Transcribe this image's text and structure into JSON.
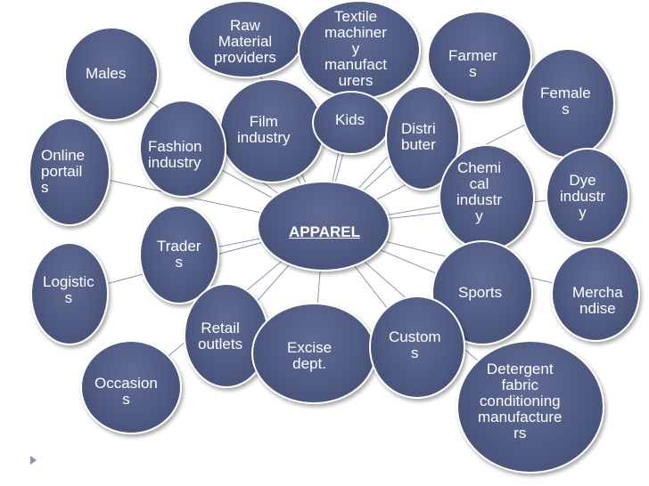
{
  "center": {
    "label": "APPAREL"
  },
  "nodes": [
    {
      "id": "males",
      "label": "Males"
    },
    {
      "id": "raw-material-providers",
      "label": "Raw\nMaterial\nproviders"
    },
    {
      "id": "textile-machinery-manufacturers",
      "label": "Textile\nmachiner\ny\nmanufact\nurers"
    },
    {
      "id": "farmers",
      "label": "Farmer\ns"
    },
    {
      "id": "females",
      "label": "Female\ns"
    },
    {
      "id": "film-industry",
      "label": "Film\nindustry"
    },
    {
      "id": "kids",
      "label": "Kids"
    },
    {
      "id": "distributer",
      "label": "Distri\nbuter"
    },
    {
      "id": "fashion-industry",
      "label": "Fashion\nindustry"
    },
    {
      "id": "online-portals",
      "label": "Online\nportail\ns"
    },
    {
      "id": "chemical-industry",
      "label": "Chemi\ncal\nindustr\ny"
    },
    {
      "id": "dye-industry",
      "label": "Dye\nindustr\ny"
    },
    {
      "id": "traders",
      "label": "Trader\ns"
    },
    {
      "id": "logistics",
      "label": "Logistic\ns"
    },
    {
      "id": "sports",
      "label": "Sports"
    },
    {
      "id": "merchandise",
      "label": "Mercha\nndise"
    },
    {
      "id": "retail-outlets",
      "label": "Retail\noutlets"
    },
    {
      "id": "excise-dept",
      "label": "Excise\ndept."
    },
    {
      "id": "customs",
      "label": "Custom\ns"
    },
    {
      "id": "occasions",
      "label": "Occasion\ns"
    },
    {
      "id": "detergent-fabric-conditioning-manufacturers",
      "label": "Detergent\nfabric\nconditioning\nmanufacture\nrs"
    }
  ],
  "colors": {
    "node_fill": "#4f5b82",
    "node_border": "#ffffff",
    "connector": "#8a93b3",
    "text": "#ffffff"
  }
}
